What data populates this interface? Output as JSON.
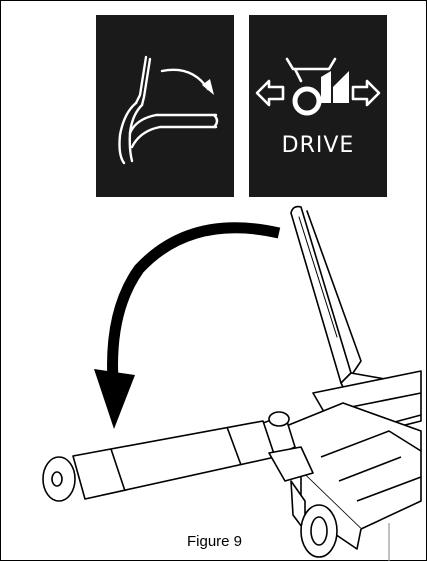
{
  "figure": {
    "caption": "Figure 9"
  },
  "decals": {
    "left": {
      "icon": "handle-fold-down-icon"
    },
    "right": {
      "icon": "snowblower-drive-icon",
      "label": "DRIVE"
    }
  },
  "illustration": {
    "icon": "curved-arrow-down-left-icon",
    "subject": "drive-control-lever-handle"
  },
  "colors": {
    "decal_background": "#1a1a1a",
    "decal_foreground": "#ffffff",
    "line": "#000000"
  }
}
